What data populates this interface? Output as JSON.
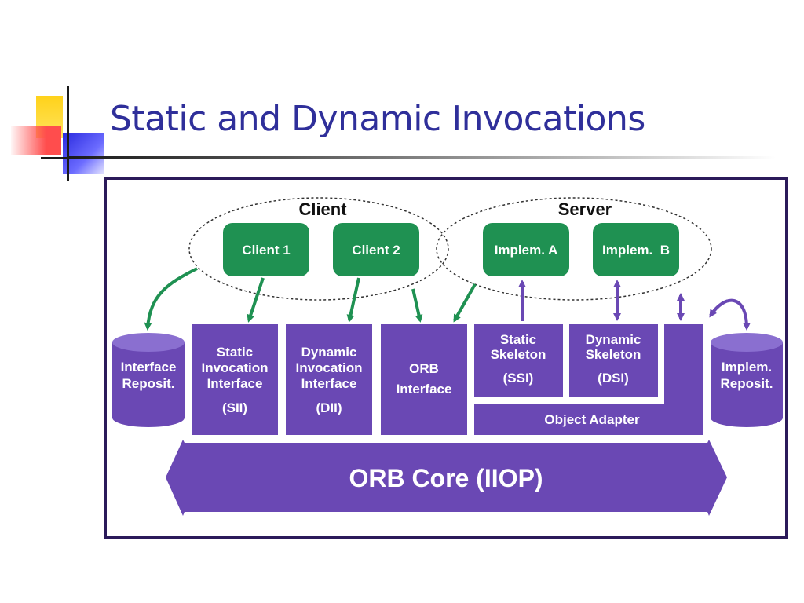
{
  "slide": {
    "title": "Static and Dynamic Invocations"
  },
  "diagram": {
    "client_group_label": "Client",
    "server_group_label": "Server",
    "client_nodes": [
      "Client 1",
      "Client 2"
    ],
    "server_nodes": [
      "Implem. A",
      "Implem.  B"
    ],
    "interface_repository": [
      "Interface",
      "Reposit."
    ],
    "implementation_repository": [
      "Implem.",
      "Reposit."
    ],
    "sii": [
      "Static",
      "Invocation",
      "Interface",
      "(SII)"
    ],
    "dii": [
      "Dynamic",
      "Invocation",
      "Interface",
      "(DII)"
    ],
    "orb_interface": [
      "ORB",
      "Interface"
    ],
    "ssi": [
      "Static",
      "Skeleton",
      "(SSI)"
    ],
    "dsi": [
      "Dynamic",
      "Skeleton",
      "(DSI)"
    ],
    "object_adapter": "Object Adapter",
    "orb_core": "ORB Core (IIOP)",
    "colors": {
      "purple": "#6a48b4",
      "green": "#1f9152",
      "title": "#2f2f9a",
      "frame": "#2b1a5a"
    }
  }
}
